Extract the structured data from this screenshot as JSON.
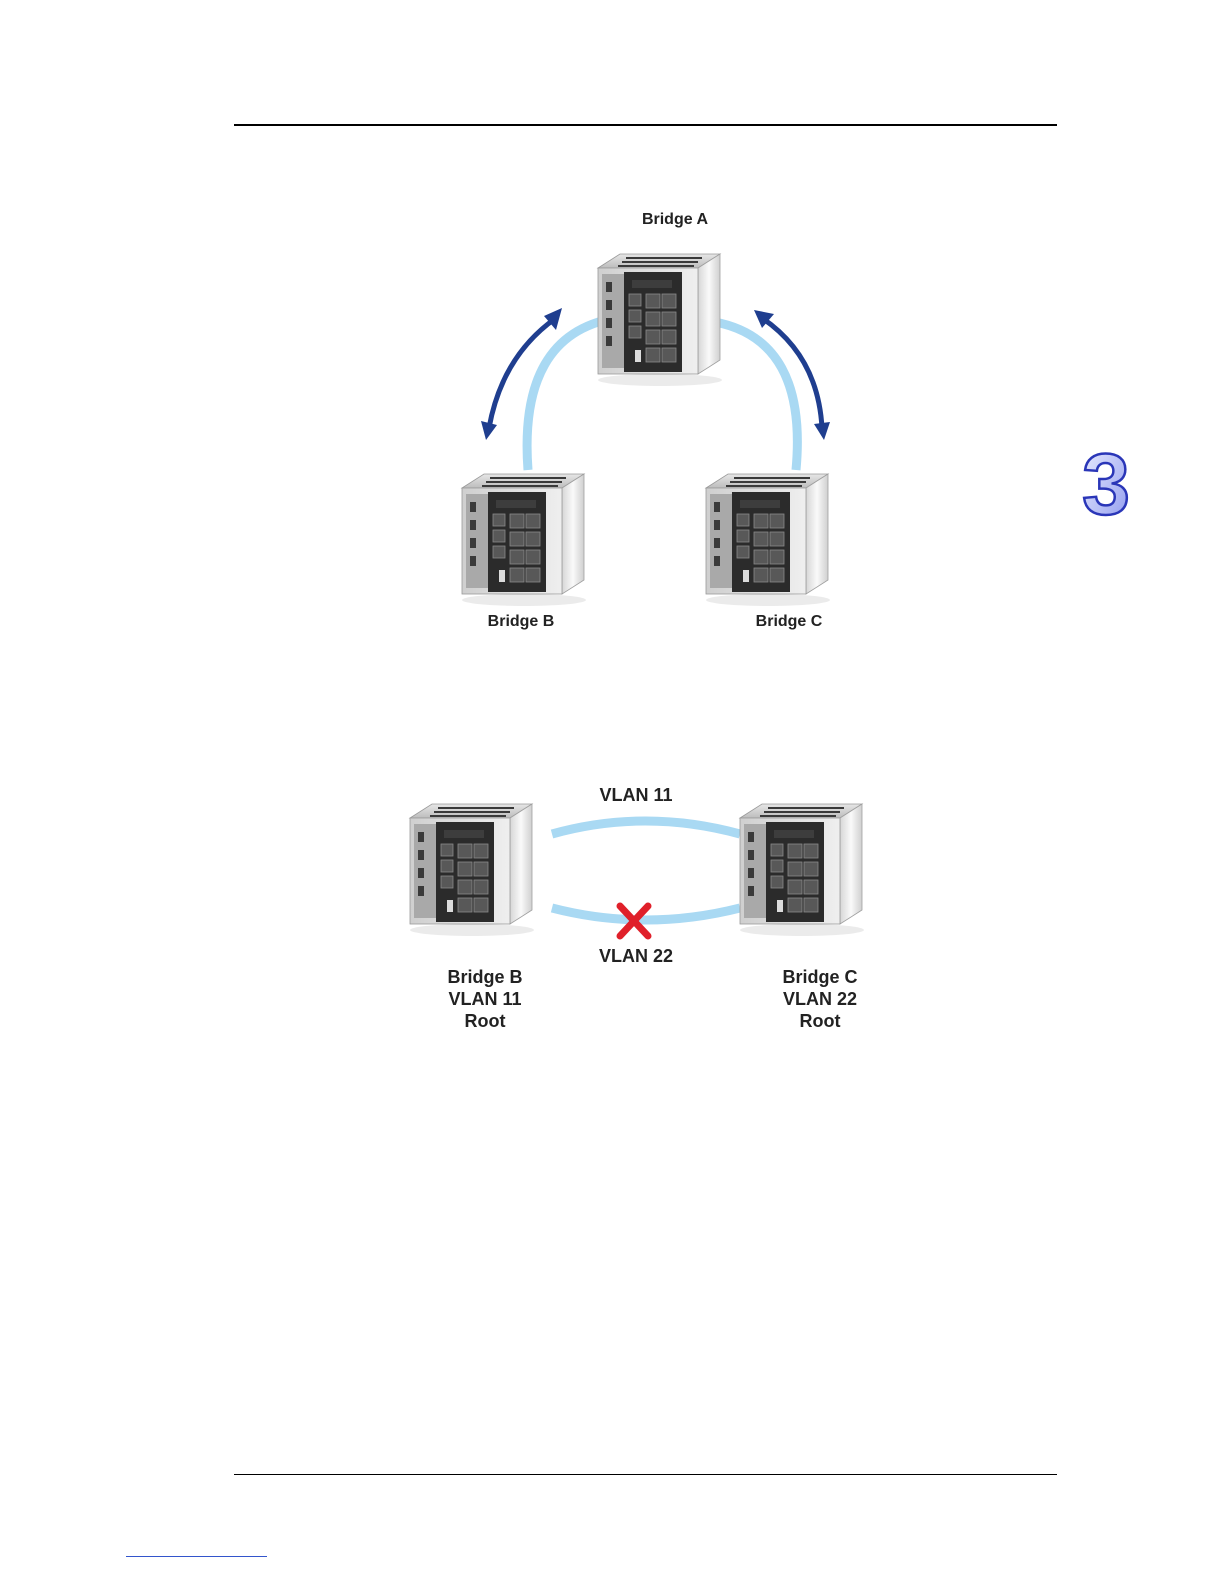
{
  "chapter_number": "3",
  "diagram1": {
    "bridge_a": "Bridge A",
    "bridge_b": "Bridge B",
    "bridge_c": "Bridge C"
  },
  "diagram2": {
    "link_top": "VLAN 11",
    "link_bottom": "VLAN 22",
    "left_lines": [
      "Bridge B",
      "VLAN 11",
      "Root"
    ],
    "right_lines": [
      "Bridge C",
      "VLAN 22",
      "Root"
    ]
  },
  "colors": {
    "link": "#a9d9f3",
    "arrow": "#1f3e8f",
    "blocked": "#e0202a",
    "badge": "#7f8fe8"
  }
}
